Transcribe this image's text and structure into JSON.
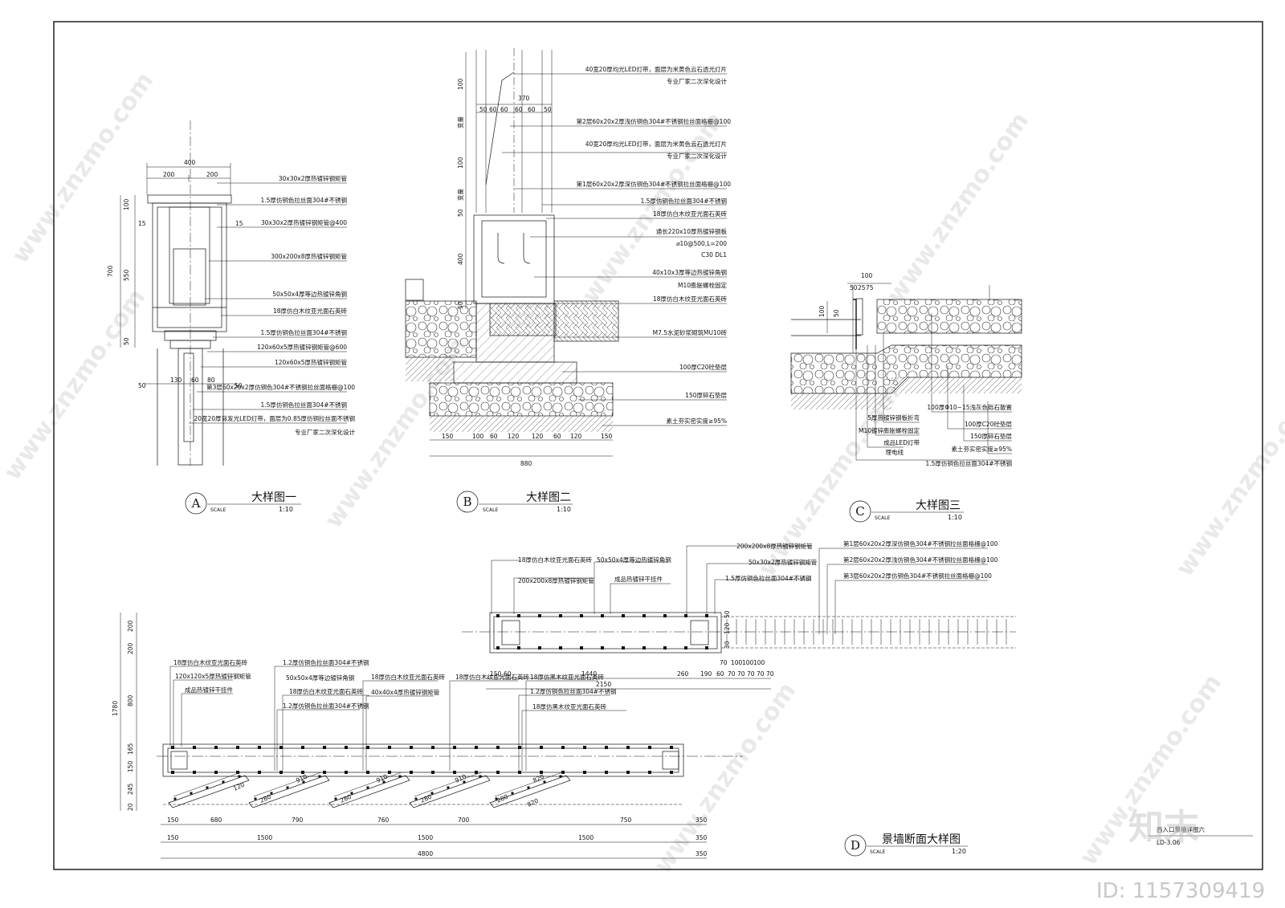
{
  "watermarks": [
    "www.znzmo.com",
    "知末网",
    "知末"
  ],
  "brand": {
    "logo_text": "知末",
    "id_text": "ID: 1157309419"
  },
  "sheet": {
    "title": "西入口景墙详图六",
    "number": "LD-3.06"
  },
  "details": [
    {
      "id": "A",
      "title": "大样图一",
      "scale_word": "SCALE",
      "scale": "1:10"
    },
    {
      "id": "B",
      "title": "大样图二",
      "scale_word": "SCALE",
      "scale": "1:10"
    },
    {
      "id": "C",
      "title": "大样图三",
      "scale_word": "SCALE",
      "scale": "1:10"
    },
    {
      "id": "D",
      "title": "景墙断面大样图",
      "scale_word": "SCALE",
      "scale": "1:20"
    }
  ],
  "labels_a": [
    "30x30x2厚热镀锌钢矩管",
    "1.5厚仿铜色拉丝面304#不锈钢",
    "30x30x2厚热镀锌钢矩管@400",
    "300x200x8厚热镀锌钢矩管",
    "50x50x4厚等边热镀锌角钢",
    "18厚仿白木纹亚光面石英砖",
    "1.5厚仿铜色拉丝面304#不锈钢",
    "120x60x5厚热镀锌钢矩管@600",
    "120x60x5厚热镀锌钢矩管",
    "第3层60x20x2厚仿铜色304#不锈钢拉丝面格栅@100",
    "1.5厚仿铜色拉丝面304#不锈钢",
    "20宽20厚背发光LED灯带，面层为0.85厚仿铜拉丝面不锈钢",
    "专业厂家二次深化设计"
  ],
  "dims_a": {
    "top": [
      "400",
      "200",
      "200"
    ],
    "left": [
      "700",
      "100",
      "550",
      "50",
      "15"
    ],
    "right": [
      "15"
    ],
    "bottom": [
      "50",
      "130",
      "60",
      "80",
      "50"
    ]
  },
  "labels_b": [
    "40宽20厚均光LED灯带，面层为米黄色云石透光灯片",
    "专业厂家二次深化设计",
    "第2层60x20x2厚浅仿铜色304#不锈钢拉丝面格栅@100",
    "40宽20厚均光LED灯带，面层为米黄色云石透光灯片",
    "专业厂家二次深化设计",
    "第1层60x20x2厚深仿铜色304#不锈钢拉丝面格栅@100",
    "1.5厚仿铜色拉丝面304#不锈钢",
    "18厚仿白木纹亚光面石英砖",
    "通长220x10厚热镀锌钢板",
    "⌀10@500,L=200",
    "C30 DL1",
    "40x10x3厚等边热镀锌角钢",
    "M10膨胀螺栓固定",
    "18厚仿白木纹亚光面石英砖",
    "M7.5水泥砂浆砌筑MU10砖",
    "100厚C20砼垫层",
    "150厚碎石垫层",
    "素土夯实密实度≥95%"
  ],
  "dims_b": {
    "top": [
      "370",
      "50",
      "60",
      "60",
      "60",
      "60",
      "50"
    ],
    "left": [
      "100",
      "变量",
      "100",
      "变量",
      "50",
      "400",
      "50"
    ],
    "bottom_total": "880",
    "bottom": [
      "150",
      "100",
      "60",
      "120",
      "120",
      "60",
      "120",
      "150"
    ]
  },
  "labels_c": [
    "100厚Φ10~15浅灰色砾石散置",
    "5厚热镀锌钢板折弯",
    "M10镀锌膨胀螺栓固定",
    "100厚C20砼垫层",
    "成品LED灯带",
    "150厚碎石垫层",
    "理电线",
    "素土夯实密实度≥95%",
    "1.5厚仿铜色拉丝面304#不锈钢"
  ],
  "dims_c": {
    "top": [
      "100",
      "50",
      "75",
      "25"
    ],
    "left": [
      "100",
      "50"
    ]
  },
  "labels_d_top": [
    "18厚仿白木纹亚光面石英砖",
    "50x50x4厚等边热镀锌角钢",
    "200x200x8厚热镀锌钢矩管",
    "成品热镀锌干挂件",
    "200x200x8厚热镀锌钢矩管",
    "50x30x2厚热镀锌钢矩管",
    "1.5厚仿铜色拉丝面304#不锈钢",
    "第1层60x20x2厚深仿铜色304#不锈钢拉丝面格栅@100",
    "第2层60x20x2厚浅仿铜色304#不锈钢拉丝面格栅@100",
    "第3层60x20x2厚仿铜色304#不锈钢拉丝面格栅@100"
  ],
  "dims_d_top": {
    "bottom1": [
      "150",
      "60",
      "1440",
      "260",
      "190",
      "60",
      "70",
      "70",
      "70",
      "70",
      "70"
    ],
    "bottom_total": "2150",
    "right": [
      "50",
      "120",
      "30"
    ],
    "under": [
      "70",
      "100",
      "100",
      "100"
    ]
  },
  "labels_d_bottom": [
    "18厚仿白木纹亚光面石英砖",
    "120x120x5厚热镀锌钢矩管",
    "成品热镀锌干挂件",
    "1.2厚仿铜色拉丝面304#不锈钢",
    "50x50x4厚等边镀锌角钢",
    "18厚仿白木纹亚光面石英砖",
    "1.2厚仿铜色拉丝面304#不锈钢",
    "18厚仿白木纹亚光面石英砖",
    "40x40x4厚热镀锌钢矩管",
    "18厚仿白木纹亚光面石英砖",
    "18厚仿黑木纹亚光面石英砖",
    "1.2厚仿铜色拉丝面304#不锈钢",
    "18厚仿黑木纹亚光面石英砖"
  ],
  "dims_d_bottom": {
    "left": [
      "1780",
      "200",
      "200",
      "800",
      "165",
      "150",
      "245",
      "20"
    ],
    "row1": [
      "150",
      "680",
      "790",
      "760",
      "700",
      "750",
      "350"
    ],
    "row2": [
      "150",
      "1500",
      "1500",
      "1500",
      "350"
    ],
    "total": [
      "4800",
      "350"
    ],
    "fins": [
      "120",
      "910",
      "280",
      "910",
      "280",
      "910",
      "280",
      "820",
      "280",
      "820"
    ]
  }
}
